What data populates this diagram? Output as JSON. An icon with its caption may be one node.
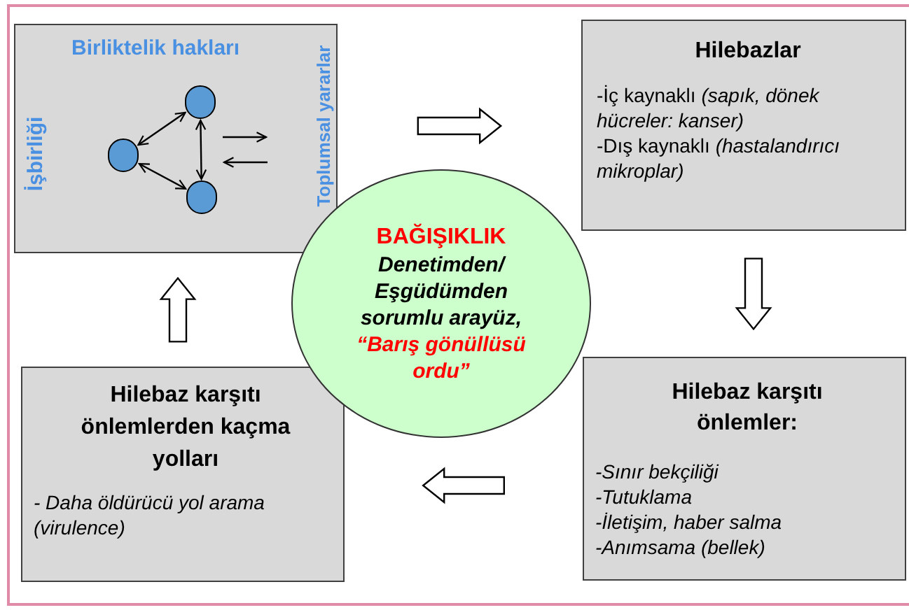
{
  "diagram": {
    "nodes": [
      {
        "text": [
          "Birliktelik hakları",
          "İşbirliği",
          "Toplumsal yararlar"
        ]
      },
      {
        "text": [],
        "shape": "circle",
        "in": 0
      },
      {
        "text": [],
        "shape": "circle",
        "in": 0
      },
      {
        "text": [],
        "shape": "circle",
        "in": 0
      },
      {
        "text": [
          "Hilebazlar",
          "-İç kaynaklı *(sapık, dönek hücreler: kanser)*",
          "-Dış kaynaklı *(hastalandırıcı mikroplar)*"
        ]
      },
      {
        "text": [
          "Hilebaz karşıtı önlemler:",
          "-Sınır bekçiliği",
          "-Tutuklama",
          "-İletişim, haber salma",
          "-Anımsama (bellek)"
        ]
      },
      {
        "text": [
          "Hilebaz karşıtı önlemlerden kaçma yolları",
          "- Daha öldürücü yol arama (virulence)"
        ]
      },
      {
        "text": [
          "BAĞIŞIKLIK",
          "Denetimden/ Eşgüdümden sorumlu arayüz,",
          "“Barış gönüllüsü ordu”"
        ]
      }
    ],
    "edges": [
      {
        "from": 1,
        "to": 2,
        "arrow": "both"
      },
      {
        "from": 1,
        "to": 3,
        "arrow": "both"
      },
      {
        "from": 2,
        "to": 3,
        "arrow": "both"
      },
      {
        "from": 0,
        "to": 4,
        "arrow": "to"
      },
      {
        "from": 4,
        "to": 5,
        "arrow": "to"
      },
      {
        "from": 5,
        "to": 6,
        "arrow": "to"
      },
      {
        "from": 6,
        "to": 0,
        "arrow": "to"
      }
    ]
  }
}
